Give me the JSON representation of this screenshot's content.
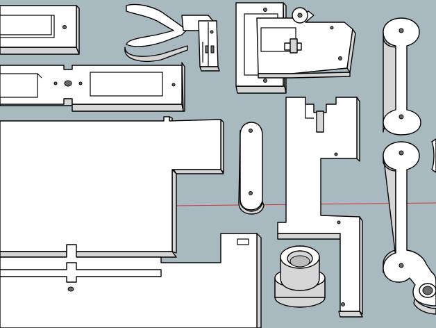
{
  "viewport": {
    "background": "#a9b9c0",
    "part_face_color": "#ffffff",
    "part_side_color": "#d6d6d6",
    "edge_color": "#000000",
    "axis_color": "#cc3333"
  },
  "scene": {
    "parts": [
      {
        "name": "servo-bracket-top"
      },
      {
        "name": "gripper-claw"
      },
      {
        "name": "servo-mount-frame"
      },
      {
        "name": "link-bar-top-right"
      },
      {
        "name": "servo-bracket-middle"
      },
      {
        "name": "base-plate-large"
      },
      {
        "name": "short-link-bar"
      },
      {
        "name": "upright-arm-plate"
      },
      {
        "name": "link-bar-bottom-right"
      },
      {
        "name": "lower-plate"
      },
      {
        "name": "bushing-cylinder"
      }
    ]
  }
}
